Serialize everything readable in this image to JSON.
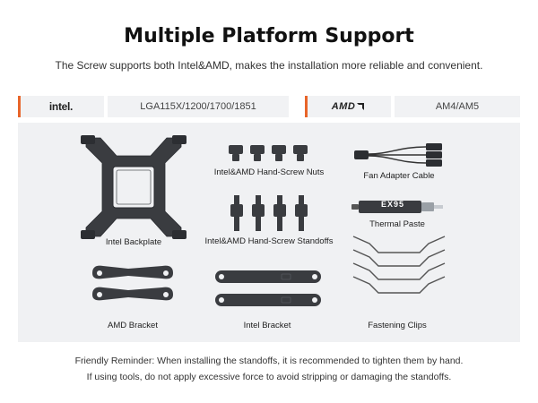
{
  "header": {
    "title": "Multiple Platform Support",
    "subtitle": "The Screw supports both Intel&AMD, makes the installation more reliable and convenient."
  },
  "platforms": {
    "intel": {
      "brand": "intel.",
      "sockets": "LGA115X/1200/1700/1851"
    },
    "amd": {
      "brand": "AMD",
      "sockets": "AM4/AM5"
    }
  },
  "items": {
    "intel_backplate": "Intel Backplate",
    "hand_screw_nuts": "Intel&AMD Hand-Screw Nuts",
    "hand_screw_standoffs": "Intel&AMD Hand-Screw Standoffs",
    "fan_adapter_cable": "Fan Adapter Cable",
    "thermal_paste": "Thermal Paste",
    "thermal_paste_brand": "EX95",
    "amd_bracket": "AMD Bracket",
    "intel_bracket": "Intel Bracket",
    "fastening_clips": "Fastening Clips"
  },
  "reminder": {
    "line1": "Friendly Reminder: When installing the standoffs, it is recommended to tighten them by hand.",
    "line2": "If using tools, do not apply excessive force to avoid stripping or damaging the standoffs."
  },
  "colors": {
    "accent": "#e8652a",
    "bar": "#f1f2f4",
    "panel": "#f0f1f3",
    "part": "#3a3c40"
  }
}
